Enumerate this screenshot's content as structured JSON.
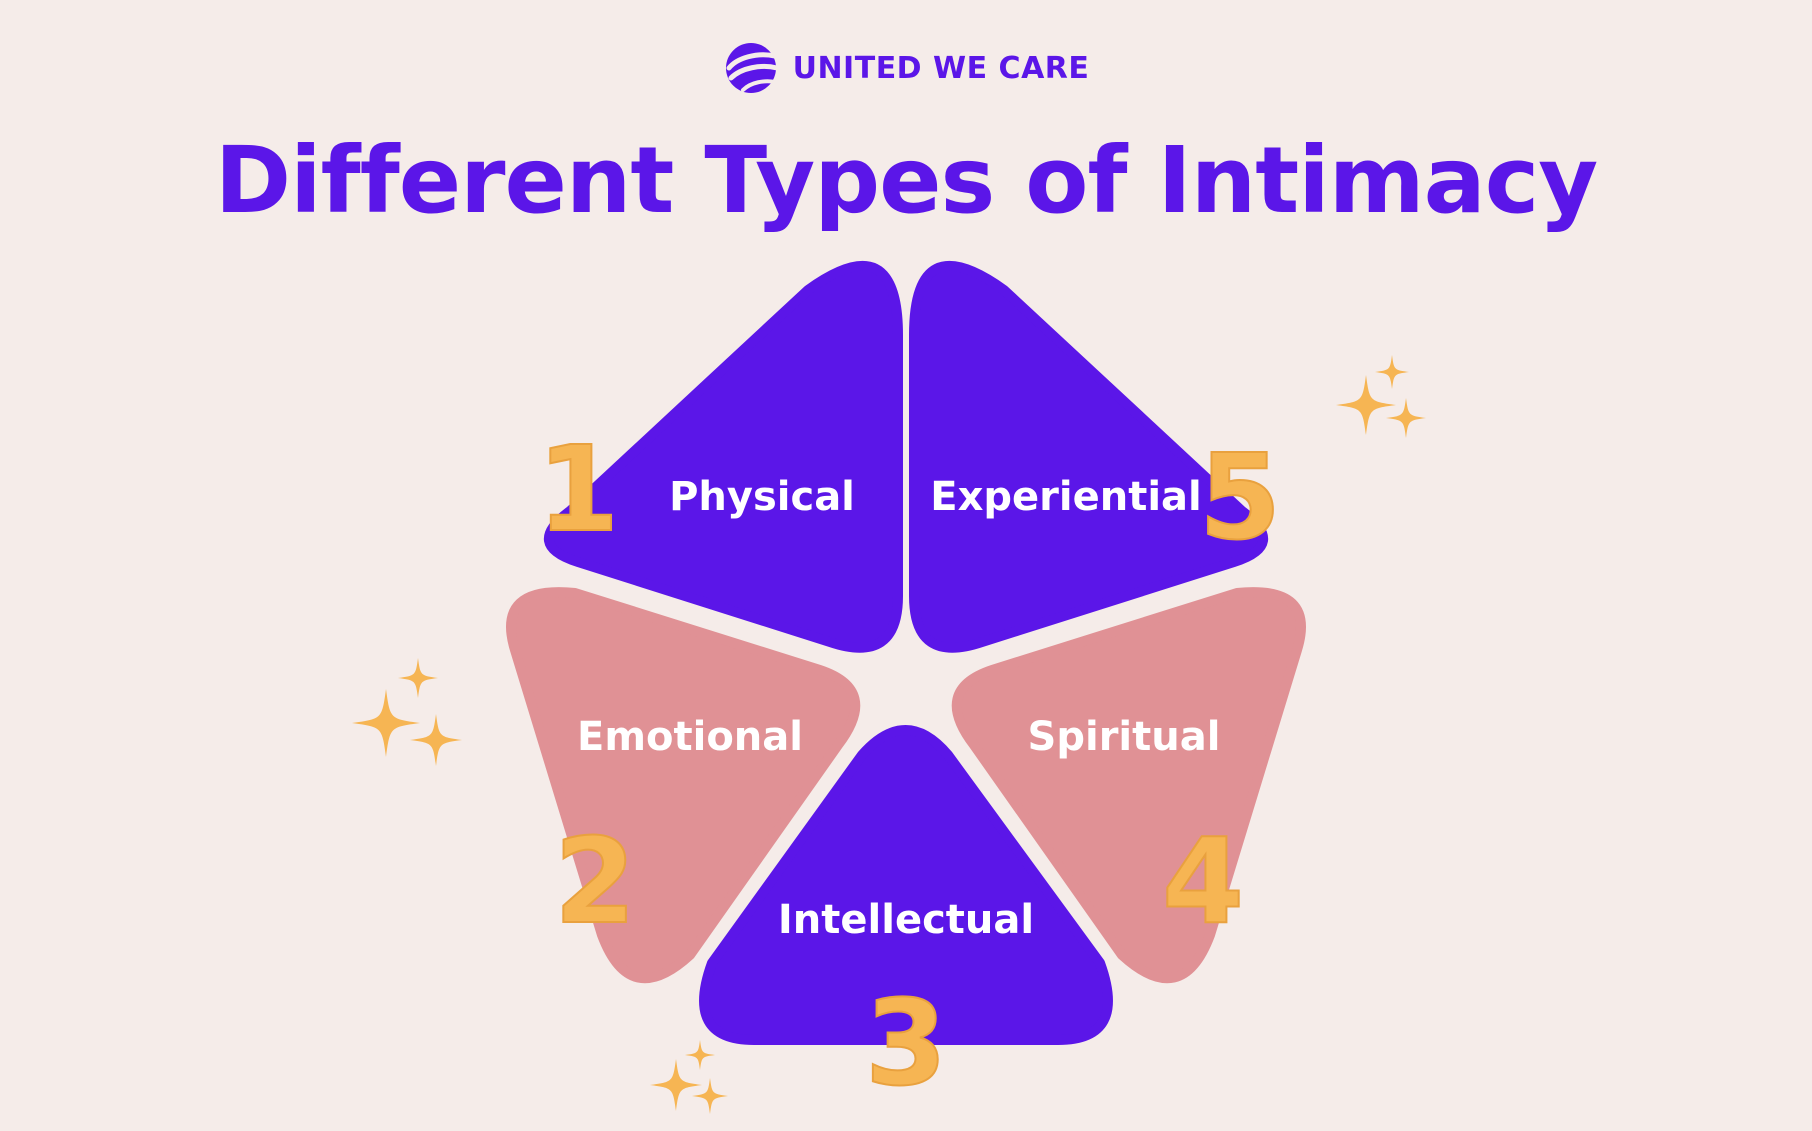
{
  "brand": {
    "name": "UNITED WE CARE"
  },
  "title": "Different Types of Intimacy",
  "colors": {
    "background": "#f5ece9",
    "purple": "#5b16e8",
    "pink": "#e09195",
    "gold": "#f6b553"
  },
  "segments": [
    {
      "number": "1",
      "label": "Physical",
      "color": "#5b16e8"
    },
    {
      "number": "2",
      "label": "Emotional",
      "color": "#e09195"
    },
    {
      "number": "3",
      "label": "Intellectual",
      "color": "#5b16e8"
    },
    {
      "number": "4",
      "label": "Spiritual",
      "color": "#e09195"
    },
    {
      "number": "5",
      "label": "Experiential",
      "color": "#5b16e8"
    }
  ],
  "decorations": {
    "sparkle_icon": "four-point-sparkle"
  }
}
